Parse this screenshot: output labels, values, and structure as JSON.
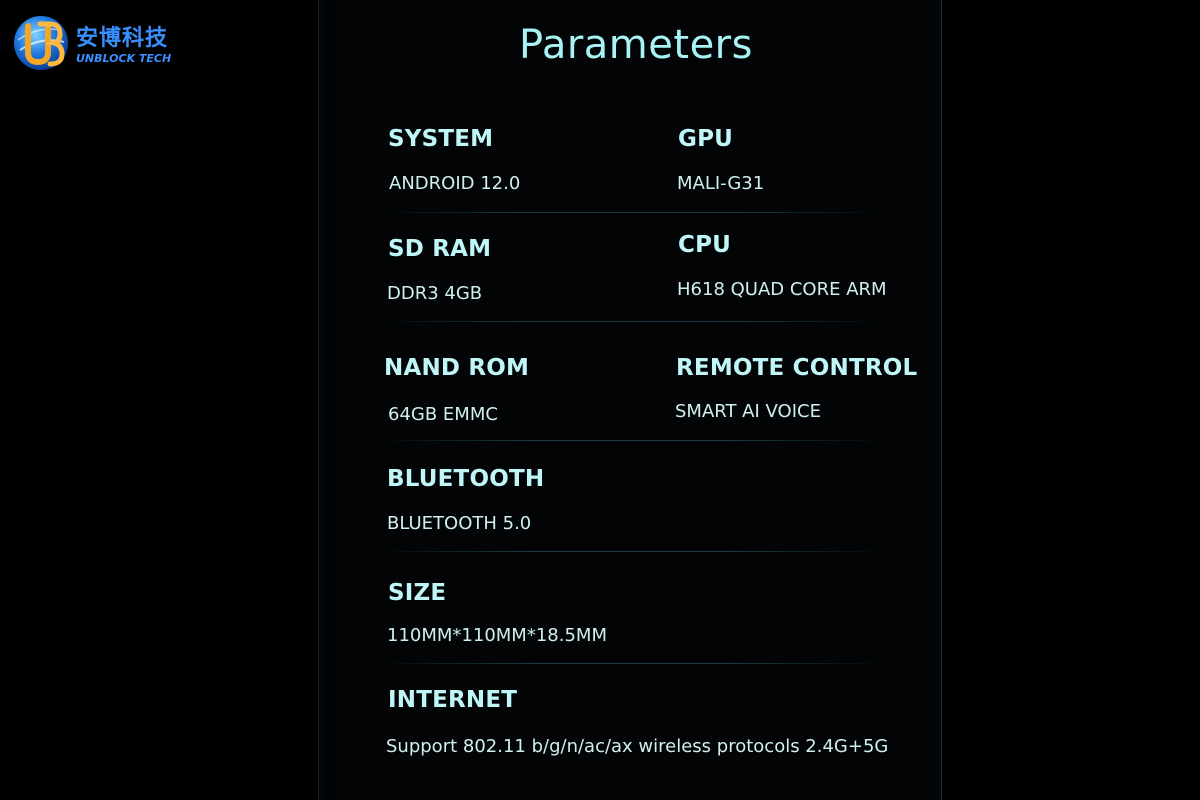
{
  "brand": {
    "name_cn": "安博科技",
    "name_en": "UNBLOCK TECH",
    "logo_icon": "ub-globe-logo-icon"
  },
  "title": "Parameters",
  "params": {
    "system": {
      "label": "SYSTEM",
      "value": "ANDROID 12.0"
    },
    "gpu": {
      "label": "GPU",
      "value": "MALI-G31"
    },
    "sdram": {
      "label": "SD RAM",
      "value": "DDR3 4GB"
    },
    "cpu": {
      "label": "CPU",
      "value": "H618 QUAD CORE ARM"
    },
    "nandrom": {
      "label": "NAND ROM",
      "value": "64GB EMMC"
    },
    "remote": {
      "label": "REMOTE CONTROL",
      "value": "SMART AI VOICE"
    },
    "bluetooth": {
      "label": "BLUETOOTH",
      "value": "BLUETOOTH 5.0"
    },
    "size": {
      "label": "SIZE",
      "value": "110MM*110MM*18.5MM"
    },
    "internet": {
      "label": "INTERNET",
      "value": "Support 802.11 b/g/n/ac/ax wireless protocols 2.4G+5G"
    }
  },
  "colors": {
    "background": "#000000",
    "title": "#a8f3f5",
    "label": "#bff6f8",
    "value": "#cfeff1",
    "brand": "#3a8fff",
    "logo_orange": "#f5a623"
  }
}
